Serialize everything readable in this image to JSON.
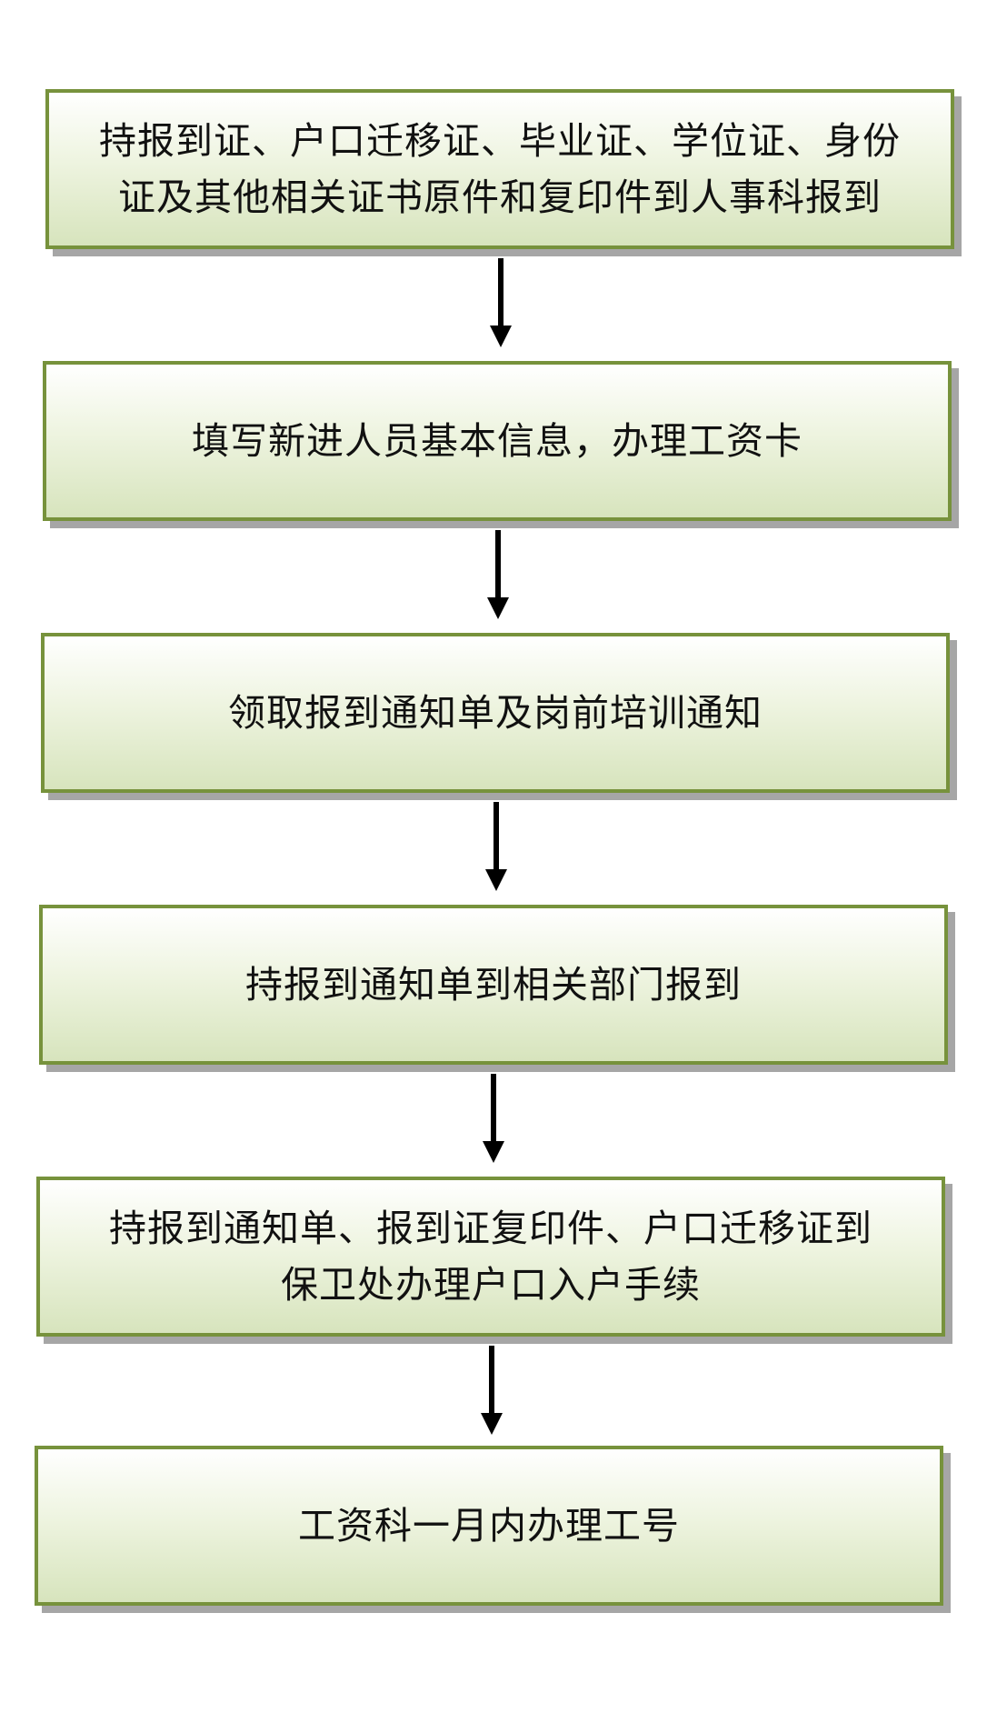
{
  "steps": [
    {
      "lines": [
        "持报到证、户口迁移证、毕业证、学位证、身份",
        "证及其他相关证书原件和复印件到人事科报到"
      ]
    },
    {
      "lines": [
        "填写新进人员基本信息，办理工资卡"
      ]
    },
    {
      "lines": [
        "领取报到通知单及岗前培训通知"
      ]
    },
    {
      "lines": [
        "持报到通知单到相关部门报到"
      ]
    },
    {
      "lines": [
        "持报到通知单、报到证复印件、户口迁移证到",
        "保卫处办理户口入户手续"
      ]
    },
    {
      "lines": [
        "工资科一月内办理工号"
      ]
    }
  ],
  "colors": {
    "box_border": "#77923c",
    "box_fill_top": "#ffffff",
    "box_fill_bottom": "#d7e4bd",
    "shadow": "#a6a6a6",
    "arrow": "#000000"
  }
}
